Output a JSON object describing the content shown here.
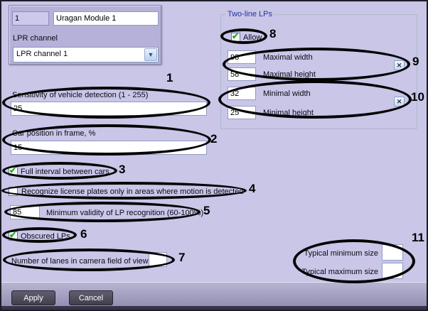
{
  "colors": {
    "background": "#c9c6e8",
    "groupbox_header_bg": "#b5b1d8",
    "group_title_blue": "#2733a0",
    "check_green": "#1ea81e",
    "annotation_black": "#040404",
    "button_dark": "#4a4856"
  },
  "icons": {
    "check": "✔",
    "dropdown": "▼",
    "clear": "✕"
  },
  "module": {
    "id": "1",
    "name": "Uragan Module 1",
    "channel_label": "LPR channel",
    "channel_value": "LPR channel 1"
  },
  "two_line": {
    "title": "Two-line LPs",
    "allow_label": "Allow",
    "allow_checked": true,
    "maximal_width": {
      "value": "98",
      "label": "Maximal width"
    },
    "maximal_height": {
      "value": "58",
      "label": "Maximal height"
    },
    "minimal_width": {
      "value": "32",
      "label": "Minimal width"
    },
    "minimal_height": {
      "value": "25",
      "label": "Minimal height"
    }
  },
  "settings": {
    "sensitivity": {
      "label": "Sensitivity of vehicle detection (1 - 255)",
      "value": "25"
    },
    "car_position": {
      "label": "Car position in frame, %",
      "value": "15"
    },
    "full_interval": {
      "label": "Full interval between cars",
      "checked": true
    },
    "recognize_motion": {
      "label": "Recognize license plates only in areas where motion is detected",
      "checked": false
    },
    "validity": {
      "value": "85",
      "label": "Minimum validity of LP recognition (60-100%)"
    },
    "obscured": {
      "label": "Obscured LPs",
      "checked": true
    },
    "lanes": {
      "label": "Number of lanes in camera field of view",
      "value": ""
    },
    "typical_min": {
      "label": "Typical minimum size",
      "value": ""
    },
    "typical_max": {
      "label": "Typical maximum size",
      "value": ""
    }
  },
  "footer": {
    "apply": "Apply",
    "cancel": "Cancel"
  },
  "annotations": {
    "labels": [
      "1",
      "2",
      "3",
      "4",
      "5",
      "6",
      "7",
      "8",
      "9",
      "10",
      "11"
    ]
  }
}
